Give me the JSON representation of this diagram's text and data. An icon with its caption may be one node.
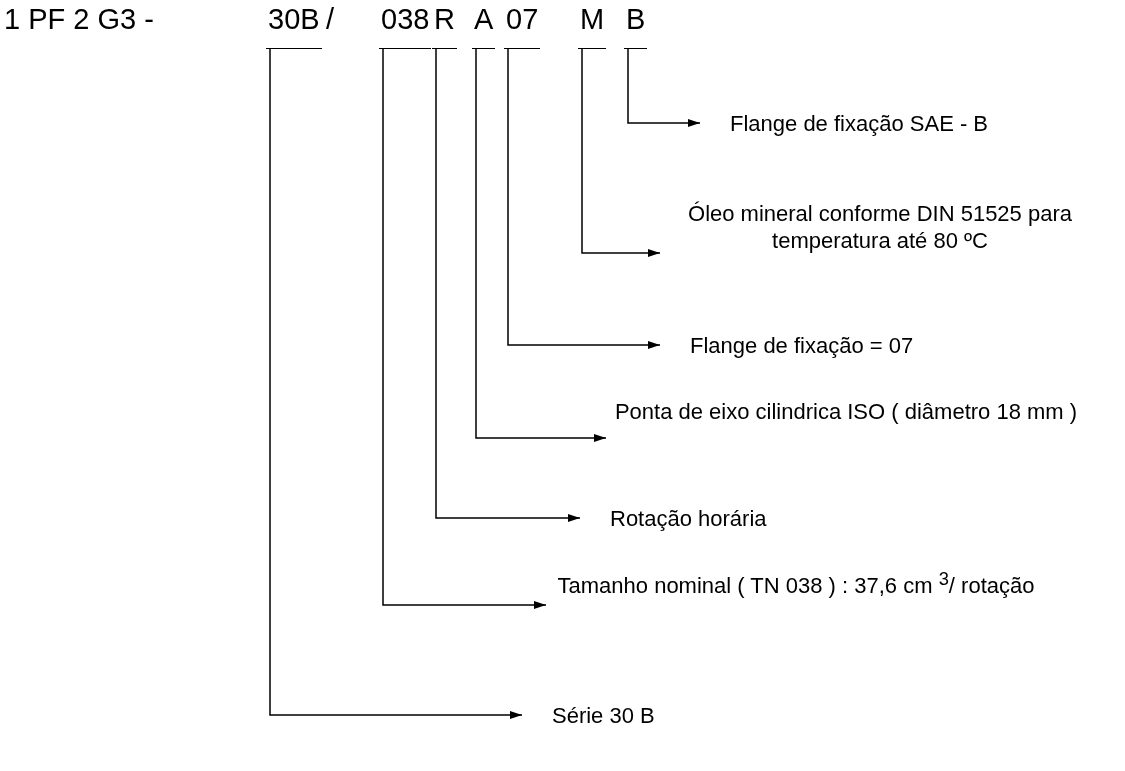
{
  "diagram": {
    "nodes": [
      {
        "text": [
          "30B"
        ]
      },
      {
        "text": [
          "038"
        ]
      },
      {
        "text": [
          "R"
        ]
      },
      {
        "text": [
          "A"
        ]
      },
      {
        "text": [
          "07"
        ]
      },
      {
        "text": [
          "M"
        ]
      },
      {
        "text": [
          "B"
        ]
      },
      {
        "text": [
          "Flange de fixação SAE - B"
        ]
      },
      {
        "text": [
          "Óleo mineral conforme DIN 51525 para temperatura até 80 ºC"
        ]
      },
      {
        "text": [
          "Flange de fixação = 07"
        ]
      },
      {
        "text": [
          "Ponta de eixo cilindrica ISO ( diâmetro 18 mm )"
        ]
      },
      {
        "text": [
          "Rotação horária"
        ]
      },
      {
        "text": [
          "Tamanho nominal ( TN 038 ) : 37,6 cm $^{3}$/ rotação"
        ]
      },
      {
        "text": [
          "Série 30 B"
        ]
      }
    ],
    "edges": [
      {
        "from": 6,
        "to": 7,
        "arrow": "to"
      },
      {
        "from": 5,
        "to": 8,
        "arrow": "to"
      },
      {
        "from": 4,
        "to": 9,
        "arrow": "to"
      },
      {
        "from": 3,
        "to": 10,
        "arrow": "to"
      },
      {
        "from": 2,
        "to": 11,
        "arrow": "to"
      },
      {
        "from": 1,
        "to": 12,
        "arrow": "to"
      },
      {
        "from": 0,
        "to": 13,
        "arrow": "to"
      }
    ],
    "labels": [
      "1 PF 2 G3 -",
      "/"
    ]
  }
}
